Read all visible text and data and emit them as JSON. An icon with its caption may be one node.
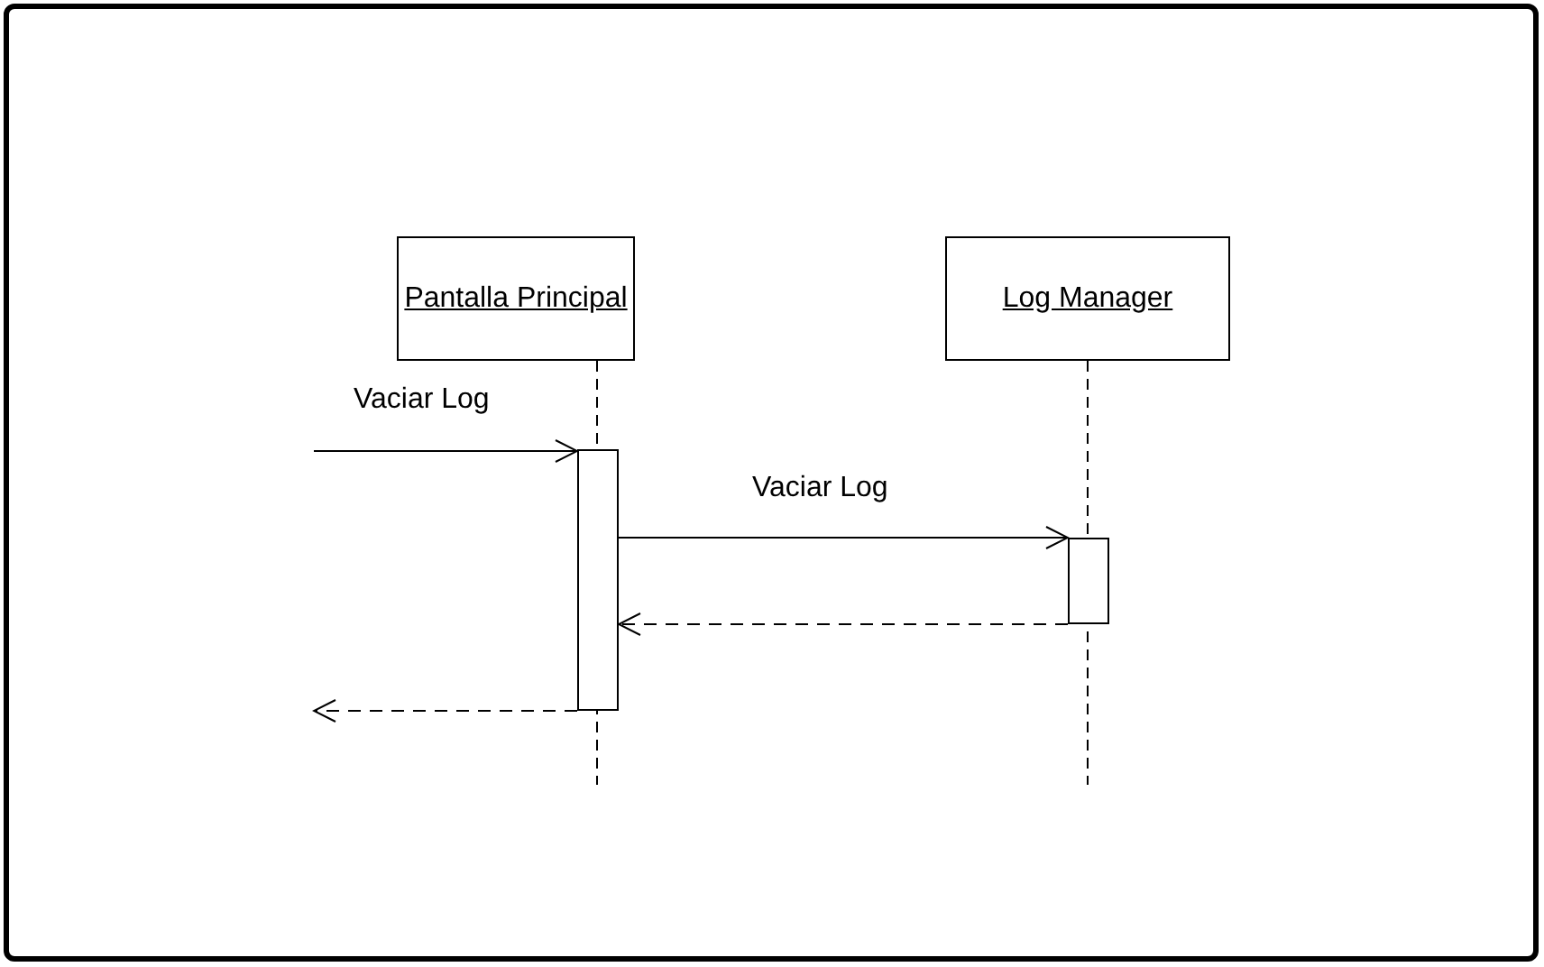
{
  "diagram": {
    "nodes": [
      {
        "text": [
          "Pantalla Principal"
        ]
      },
      {
        "text": [
          "Log Manager"
        ]
      },
      {
        "text": [],
        "shape": "bar"
      },
      {
        "text": [],
        "shape": "bar"
      }
    ],
    "edges": [
      {
        "from": null,
        "to": 2,
        "arrow": "to",
        "label": "Vaciar Log"
      },
      {
        "from": 2,
        "to": 3,
        "arrow": "to",
        "label": "Vaciar Log"
      },
      {
        "from": 3,
        "to": 2,
        "arrow": "to",
        "style": "dashed"
      },
      {
        "from": 2,
        "to": null,
        "arrow": "to",
        "style": "dashed"
      }
    ]
  }
}
